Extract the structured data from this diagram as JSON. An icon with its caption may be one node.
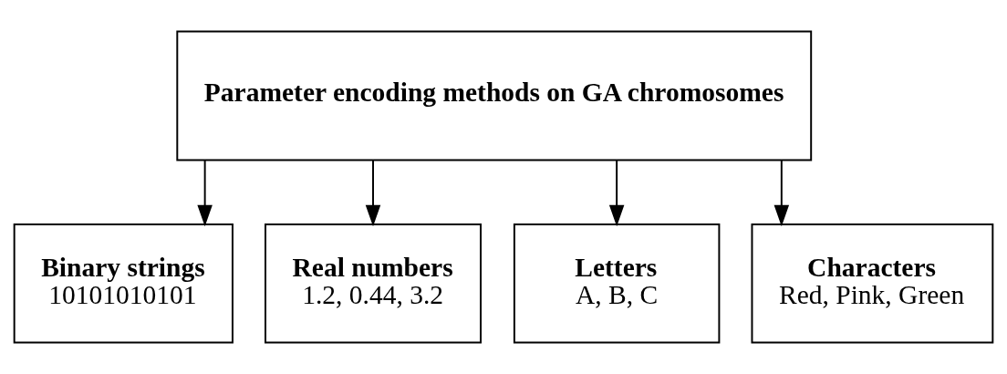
{
  "diagram": {
    "nodes": [
      {
        "text": [
          "Parameter encoding methods on GA chromosomes"
        ]
      },
      {
        "text": [
          "Binary strings",
          "10101010101"
        ]
      },
      {
        "text": [
          "Real numbers",
          "1.2, 0.44, 3.2"
        ]
      },
      {
        "text": [
          "Letters",
          "A, B, C"
        ]
      },
      {
        "text": [
          "Characters",
          "Red, Pink, Green"
        ]
      }
    ],
    "edges": [
      {
        "from": 0,
        "to": 1,
        "arrow": "to"
      },
      {
        "from": 0,
        "to": 2,
        "arrow": "to"
      },
      {
        "from": 0,
        "to": 3,
        "arrow": "to"
      },
      {
        "from": 0,
        "to": 4,
        "arrow": "to"
      }
    ]
  }
}
